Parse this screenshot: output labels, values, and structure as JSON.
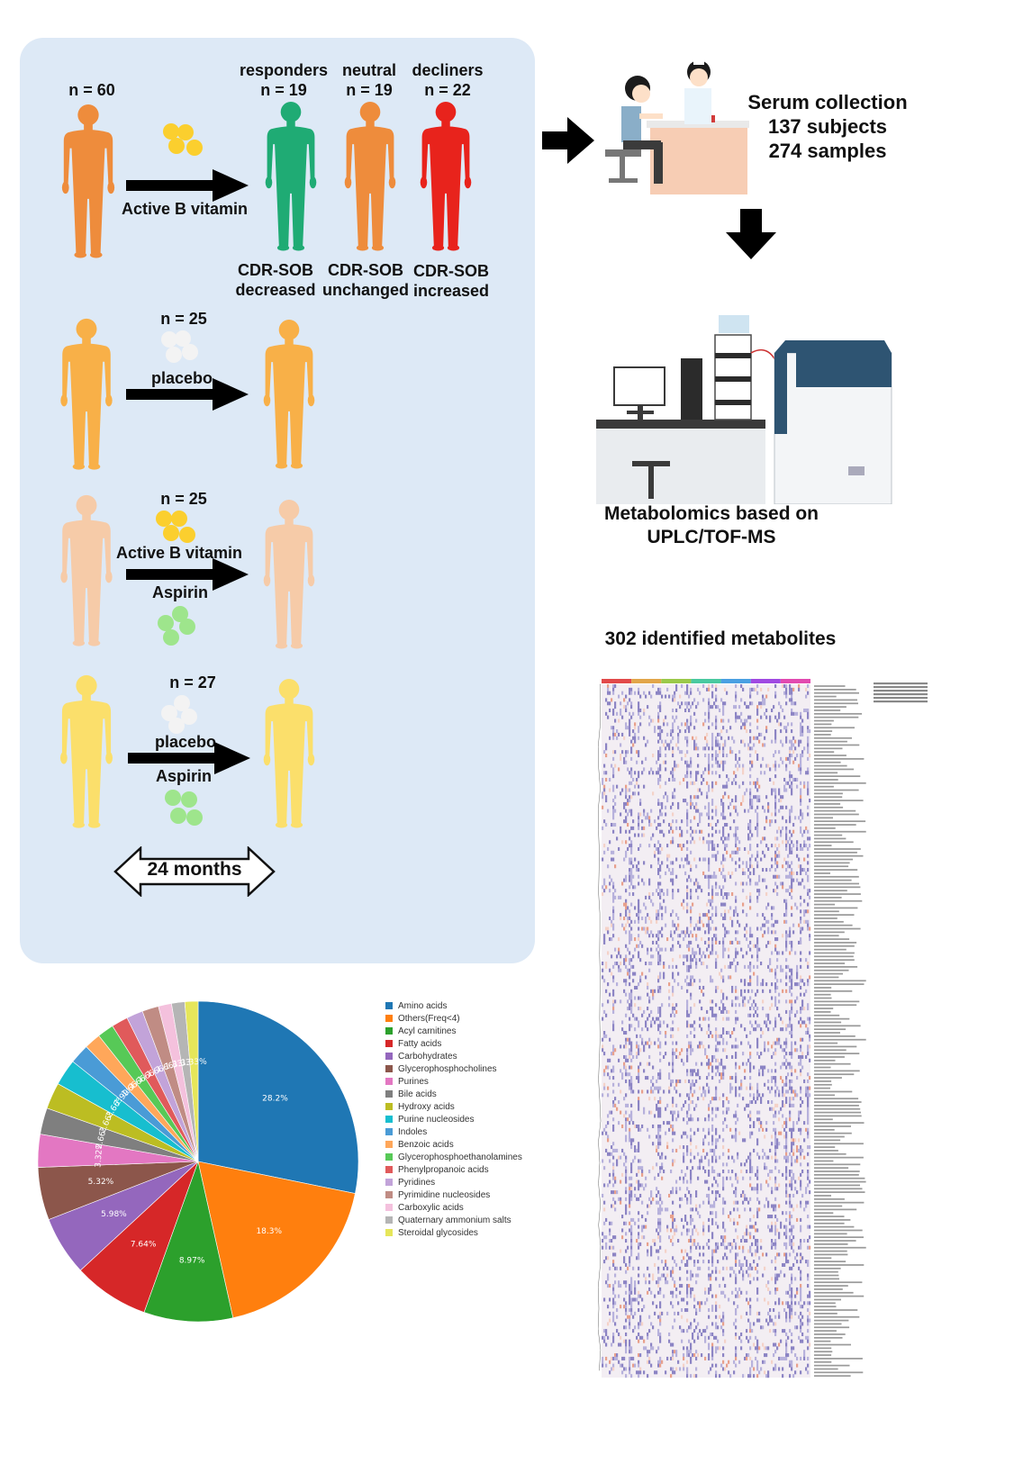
{
  "trial": {
    "n_total": "n = 60",
    "active_b_vitamin": "Active B vitamin",
    "responders": {
      "label": "responders",
      "n": "n = 19",
      "cdr": "CDR-SOB",
      "change": "decreased"
    },
    "neutral": {
      "label": "neutral",
      "n": "n = 19",
      "cdr": "CDR-SOB",
      "change": "unchanged"
    },
    "decliners": {
      "label": "decliners",
      "n": "n = 22",
      "cdr": "CDR-SOB",
      "change": "increased"
    },
    "placebo_group": {
      "n": "n = 25",
      "label": "placebo"
    },
    "bvit_aspirin_group": {
      "n": "n = 25",
      "label1": "Active B vitamin",
      "label2": "Aspirin"
    },
    "placebo_aspirin_group": {
      "n": "n = 27",
      "label1": "placebo",
      "label2": "Aspirin"
    },
    "duration": "24 months"
  },
  "serum": {
    "line1": "Serum collection",
    "line2": "137 subjects",
    "line3": "274 samples"
  },
  "metabolomics": {
    "line1": "Metabolomics based on",
    "line2": "UPLC/TOF-MS"
  },
  "heatmap": {
    "title": "302 identified metabolites"
  },
  "colors": {
    "panel": "#dde9f6",
    "responder_green": "#1fab74",
    "neutral_orange": "#ee8c3c",
    "decliner_red": "#e8231c",
    "placebo_orange": "#f8b048",
    "peach": "#f6cba8",
    "yellow": "#fbdf6b"
  },
  "chart_data": {
    "type": "pie",
    "title": "",
    "slices": [
      {
        "name": "Amino acids",
        "value": 28.2,
        "label": "28.2%",
        "color": "#1f77b4"
      },
      {
        "name": "Others(Freq<4)",
        "value": 18.3,
        "label": "18.3%",
        "color": "#ff7f0e"
      },
      {
        "name": "Acyl carnitines",
        "value": 8.97,
        "label": "8.97%",
        "color": "#2ca02c"
      },
      {
        "name": "Fatty acids",
        "value": 7.64,
        "label": "7.64%",
        "color": "#d62728"
      },
      {
        "name": "Carbohydrates",
        "value": 5.98,
        "label": "5.98%",
        "color": "#9467bd"
      },
      {
        "name": "Glycerophosphocholines",
        "value": 5.32,
        "label": "5.32%",
        "color": "#8c564b"
      },
      {
        "name": "Purines",
        "value": 3.32,
        "label": "3.32%",
        "color": "#e377c2"
      },
      {
        "name": "Bile acids",
        "value": 2.66,
        "label": "2.66%",
        "color": "#7f7f7f"
      },
      {
        "name": "Hydroxy acids",
        "value": 2.66,
        "label": "2.66%",
        "color": "#bcbd22"
      },
      {
        "name": "Purine nucleosides",
        "value": 2.66,
        "label": "2.66%",
        "color": "#17becf"
      },
      {
        "name": "Indoles",
        "value": 1.99,
        "label": "1.99%",
        "color": "#4a9bd6"
      },
      {
        "name": "Benzoic acids",
        "value": 1.66,
        "label": "1.66%",
        "color": "#ffa75a"
      },
      {
        "name": "Glycerophosphoethanolamines",
        "value": 1.66,
        "label": "1.66%",
        "color": "#57c957"
      },
      {
        "name": "Phenylpropanoic acids",
        "value": 1.66,
        "label": "1.66%",
        "color": "#e05a5b"
      },
      {
        "name": "Pyridines",
        "value": 1.66,
        "label": "1.66%",
        "color": "#c2a3d9"
      },
      {
        "name": "Pyrimidine nucleosides",
        "value": 1.66,
        "label": "1.66%",
        "color": "#c08c84"
      },
      {
        "name": "Carboxylic acids",
        "value": 1.33,
        "label": "1.33%",
        "color": "#f4c1dd"
      },
      {
        "name": "Quaternary ammonium salts",
        "value": 1.33,
        "label": "1.33%",
        "color": "#b5b5b5"
      },
      {
        "name": "Steroidal glycosides",
        "value": 1.33,
        "label": "1.33%",
        "color": "#e6e65a"
      }
    ],
    "legend_position": "right"
  }
}
